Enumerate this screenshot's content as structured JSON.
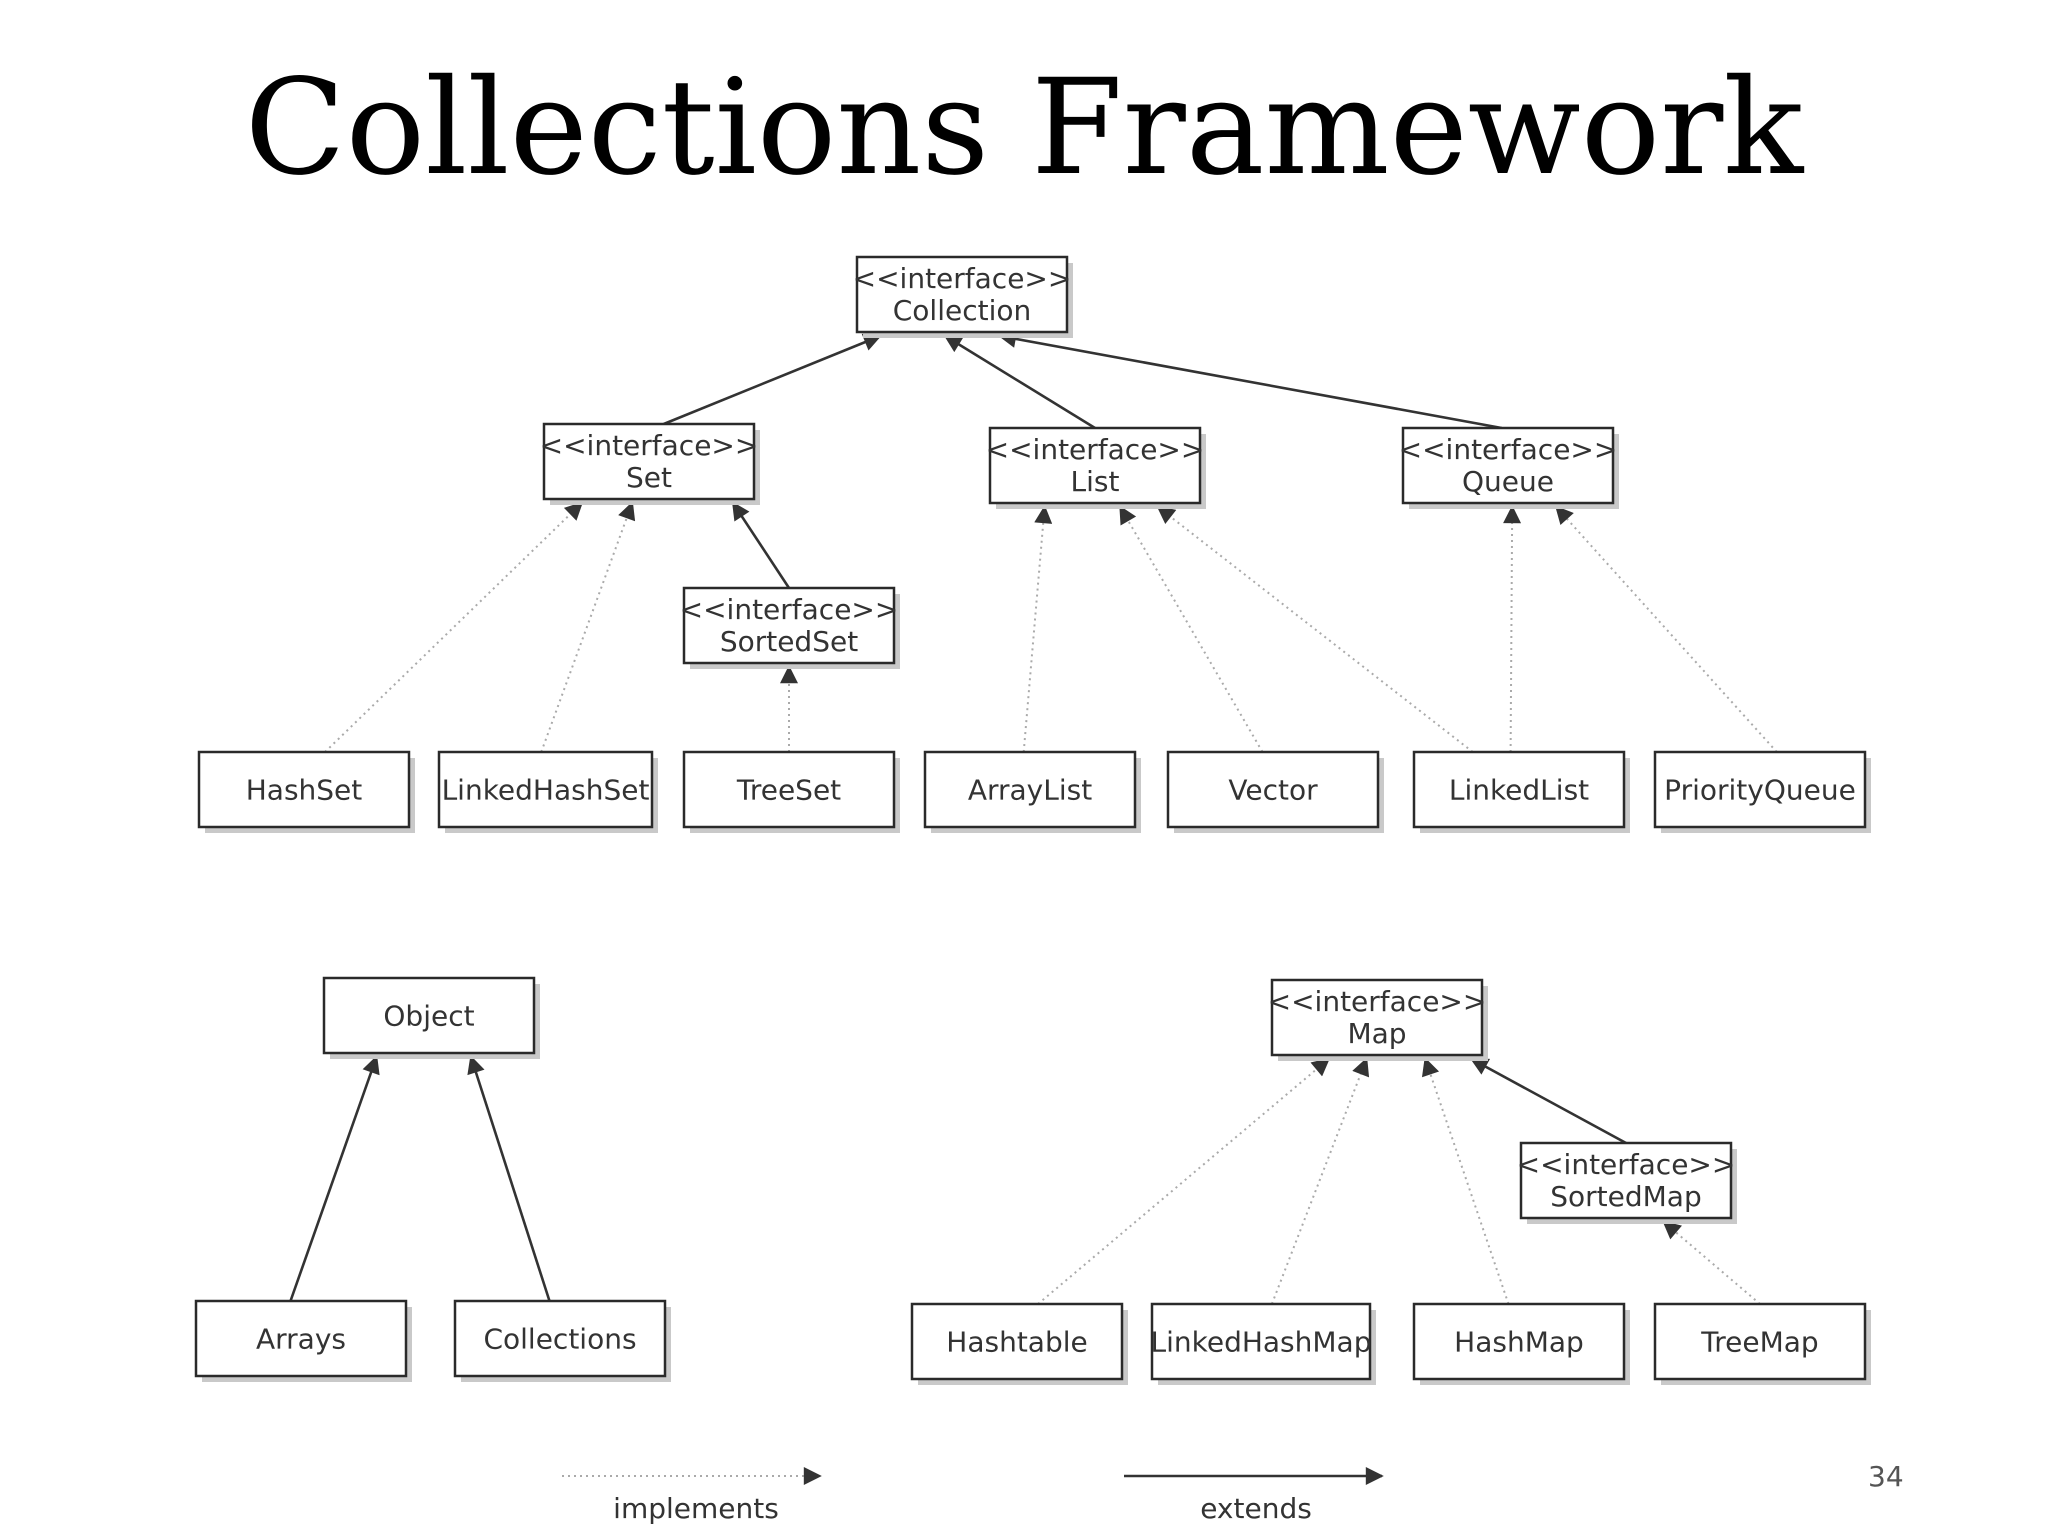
{
  "title": "Collections Framework",
  "page_number": "34",
  "nodes": [
    {
      "id": "collection",
      "stereotype": "<<interface>>",
      "label": "Collection"
    },
    {
      "id": "set",
      "stereotype": "<<interface>>",
      "label": "Set"
    },
    {
      "id": "list",
      "stereotype": "<<interface>>",
      "label": "List"
    },
    {
      "id": "queue",
      "stereotype": "<<interface>>",
      "label": "Queue"
    },
    {
      "id": "sortedset",
      "stereotype": "<<interface>>",
      "label": "SortedSet"
    },
    {
      "id": "hashset",
      "stereotype": "",
      "label": "HashSet"
    },
    {
      "id": "linkedhashset",
      "stereotype": "",
      "label": "LinkedHashSet"
    },
    {
      "id": "treeset",
      "stereotype": "",
      "label": "TreeSet"
    },
    {
      "id": "arraylist",
      "stereotype": "",
      "label": "ArrayList"
    },
    {
      "id": "vector",
      "stereotype": "",
      "label": "Vector"
    },
    {
      "id": "linkedlist",
      "stereotype": "",
      "label": "LinkedList"
    },
    {
      "id": "priorityqueue",
      "stereotype": "",
      "label": "PriorityQueue"
    },
    {
      "id": "object",
      "stereotype": "",
      "label": "Object"
    },
    {
      "id": "arrays",
      "stereotype": "",
      "label": "Arrays"
    },
    {
      "id": "collections",
      "stereotype": "",
      "label": "Collections"
    },
    {
      "id": "map",
      "stereotype": "<<interface>>",
      "label": "Map"
    },
    {
      "id": "sortedmap",
      "stereotype": "<<interface>>",
      "label": "SortedMap"
    },
    {
      "id": "hashtable",
      "stereotype": "",
      "label": "Hashtable"
    },
    {
      "id": "linkedhashmap",
      "stereotype": "",
      "label": "LinkedHashMap"
    },
    {
      "id": "hashmap",
      "stereotype": "",
      "label": "HashMap"
    },
    {
      "id": "treemap",
      "stereotype": "",
      "label": "TreeMap"
    }
  ],
  "edges": [
    {
      "from": "set",
      "to": "collection",
      "kind": "extends"
    },
    {
      "from": "list",
      "to": "collection",
      "kind": "extends"
    },
    {
      "from": "queue",
      "to": "collection",
      "kind": "extends"
    },
    {
      "from": "sortedset",
      "to": "set",
      "kind": "extends"
    },
    {
      "from": "hashset",
      "to": "set",
      "kind": "implements"
    },
    {
      "from": "linkedhashset",
      "to": "set",
      "kind": "implements"
    },
    {
      "from": "treeset",
      "to": "sortedset",
      "kind": "implements"
    },
    {
      "from": "arraylist",
      "to": "list",
      "kind": "implements"
    },
    {
      "from": "vector",
      "to": "list",
      "kind": "implements"
    },
    {
      "from": "linkedlist",
      "to": "list",
      "kind": "implements"
    },
    {
      "from": "linkedlist",
      "to": "queue",
      "kind": "implements"
    },
    {
      "from": "priorityqueue",
      "to": "queue",
      "kind": "implements"
    },
    {
      "from": "arrays",
      "to": "object",
      "kind": "extends"
    },
    {
      "from": "collections",
      "to": "object",
      "kind": "extends"
    },
    {
      "from": "sortedmap",
      "to": "map",
      "kind": "extends"
    },
    {
      "from": "hashtable",
      "to": "map",
      "kind": "implements"
    },
    {
      "from": "linkedhashmap",
      "to": "map",
      "kind": "implements"
    },
    {
      "from": "hashmap",
      "to": "map",
      "kind": "implements"
    },
    {
      "from": "treemap",
      "to": "sortedmap",
      "kind": "implements"
    }
  ],
  "legend": {
    "implements_label": "implements",
    "extends_label": "extends"
  }
}
